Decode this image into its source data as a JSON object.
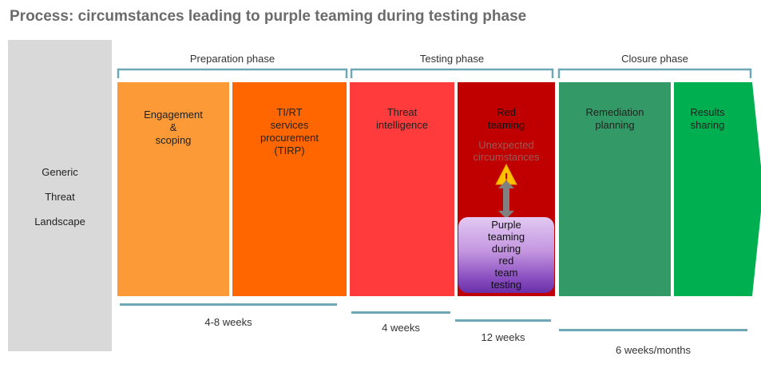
{
  "title": "Process: circumstances leading to purple teaming during testing phase",
  "landscape": {
    "line1": "Generic",
    "line2": "Threat",
    "line3": "Landscape"
  },
  "phases": {
    "preparation": "Preparation phase",
    "testing": "Testing phase",
    "closure": "Closure phase"
  },
  "blocks": {
    "engagement": "Engagement\n&\nscoping",
    "tirp": "TI/RT\nservices\nprocurement\n(TIRP)",
    "threat_intel": "Threat\nintelligence",
    "red_teaming": "Red\nteaming",
    "unexpected": "Unexpected\ncircumstances",
    "purple": "Purple\nteaming\nduring\nred\nteam\ntesting",
    "remediation": "Remediation\nplanning",
    "results": "Results\nsharing"
  },
  "durations": {
    "prep": "4-8 weeks",
    "ti": "4 weeks",
    "rt": "12 weeks",
    "closure": "6 weeks/months"
  },
  "colors": {
    "engagement": "#fb9a37",
    "tirp": "#ff6600",
    "threat_intel": "#ff3b3b",
    "red_teaming": "#c00000",
    "remediation": "#339966",
    "results": "#00b050",
    "bracket": "#6ea7b5",
    "landscape": "#d9d9d9"
  },
  "icons": {
    "warning": "warning-icon",
    "arrow": "double-arrow-icon"
  }
}
